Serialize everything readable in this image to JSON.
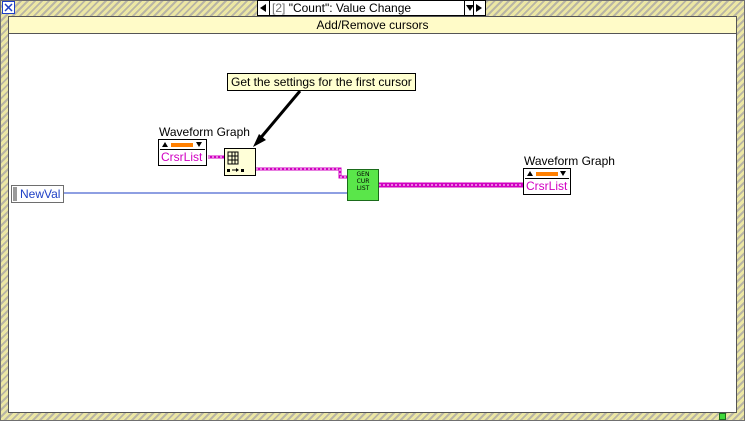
{
  "case_selector": {
    "index": "[2]",
    "event_name": "\"Count\": Value Change"
  },
  "subheader": {
    "text": "Add/Remove cursors"
  },
  "left_property_node": {
    "label": "Waveform Graph",
    "item": "CrsrList"
  },
  "right_property_node": {
    "label": "Waveform Graph",
    "item": "CrsrList"
  },
  "event_data_terminal": {
    "label": "NewVal"
  },
  "gen_subvi": {
    "lines": [
      "GEN",
      "CUR",
      "LIST"
    ]
  },
  "comment": {
    "text": "Get the settings for the first cursor"
  },
  "colors": {
    "frame_yellow": "#ece7a4",
    "property_item": "#d100c2",
    "numeric_wire": "#1d3fc5",
    "cluster_wire": "#d100c2",
    "subvi_green": "#5ae64a",
    "reference_orange": "#ff7f00"
  },
  "icons": {
    "close": "close-x-icon",
    "prev": "left-arrow-icon",
    "next": "right-arrow-icon",
    "dropdown": "chevron-down-icon",
    "subvi": "cursor-settings-subvi-icon"
  }
}
